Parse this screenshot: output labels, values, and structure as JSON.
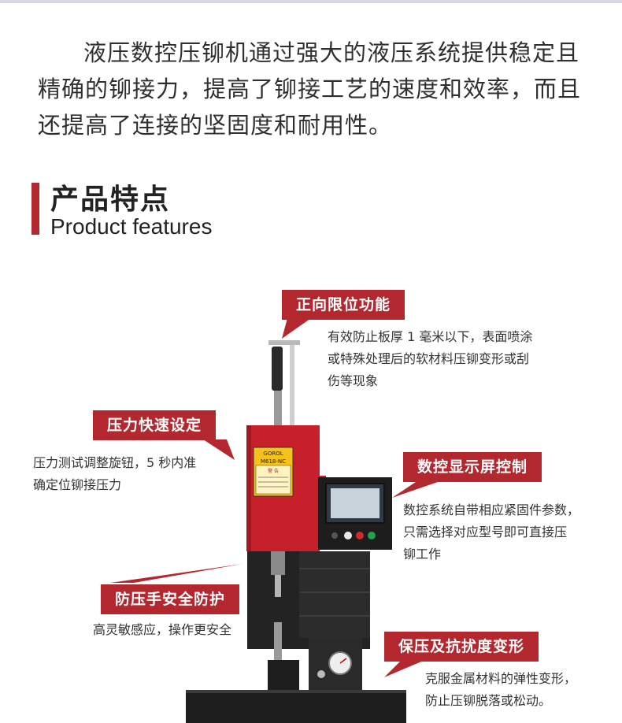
{
  "intro": {
    "lines": [
      "液压数控压铆机通过强大的液压系统提供稳定且",
      "精确的铆接力，提高了铆接工艺的速度和效率，而且",
      "还提高了连接的坚固度和耐用性。"
    ]
  },
  "section": {
    "title_zh": "产品特点",
    "title_en": "Product features"
  },
  "features": [
    {
      "title": "正向限位功能",
      "desc": [
        "有效防止板厚 1 毫米以下，表面喷涂",
        "或特殊处理后的软材料压铆变形或刮",
        "伤等现象"
      ]
    },
    {
      "title": "压力快速设定",
      "desc": [
        "压力测试调整旋钮，5 秒内准",
        "确定位铆接压力"
      ]
    },
    {
      "title": "数控显示屏控制",
      "desc": [
        "数控系统自带相应紧固件参数，",
        "只需选择对应型号即可直接压",
        "铆工作"
      ]
    },
    {
      "title": "防压手安全防护",
      "desc": [
        "高灵敏感应，操作更安全"
      ]
    },
    {
      "title": "保压及抗扰度变形",
      "desc": [
        "克服金属材料的弹性变形，",
        "防止压铆脱落或松动。"
      ]
    }
  ],
  "machine": {
    "brand": "GOROL",
    "model": "M618-NC",
    "warning": "警 告"
  },
  "colors": {
    "accent": "#b3272f",
    "machine_red": "#c8202a",
    "machine_black": "#232323"
  }
}
